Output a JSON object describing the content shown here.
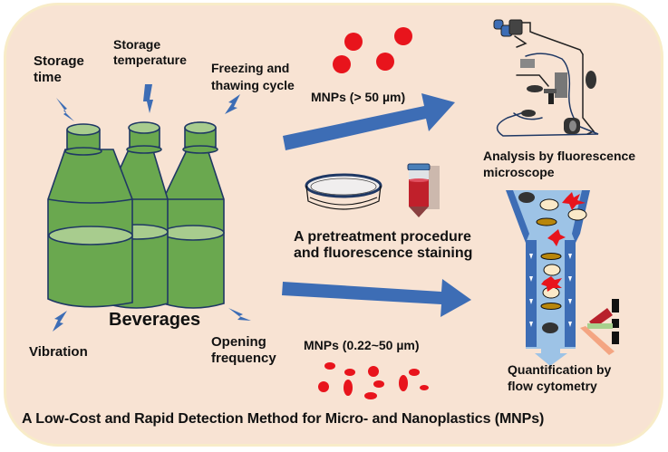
{
  "factors": {
    "storage_time": "Storage\ntime",
    "storage_temperature": "Storage\ntemperature",
    "freezing_thawing": "Freezing and\nthawing cycle",
    "vibration": "Vibration",
    "opening_frequency": "Opening\nfrequency"
  },
  "beverages_label": "Beverages",
  "mnps_large_label": "MNPs (> 50 µm)",
  "mnps_small_label": "MNPs (0.22~50 µm)",
  "pretreatment_label": "A pretreatment procedure\nand fluorescence staining",
  "microscope_label": "Analysis by fluorescence\nmicroscope",
  "flow_label": "Quantification by\nflow cytometry",
  "footer_title": "A Low-Cost and Rapid Detection Method for Micro- and Nanoplastics (MNPs)",
  "colors": {
    "panel_bg": "#f8e3d3",
    "panel_border": "#f8ecc8",
    "bottle_green": "#6aa84f",
    "bottle_light": "#a8cc8e",
    "outline": "#1f3864",
    "arrow_blue": "#3d6db5",
    "particle_red": "#e8141c",
    "flow_light": "#9dc3e6"
  }
}
